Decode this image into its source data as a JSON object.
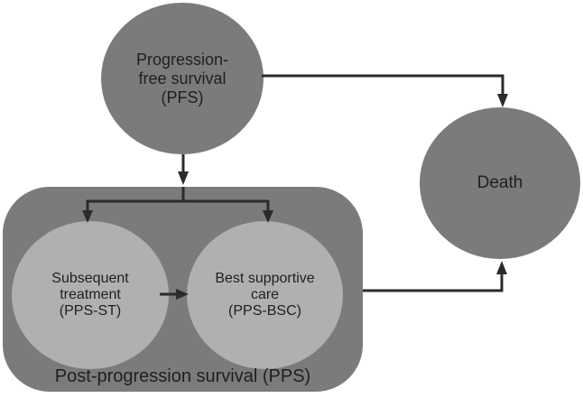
{
  "diagram": {
    "type": "state-transition-model",
    "nodes": {
      "pfs": {
        "lines": [
          "Progression-",
          "free survival",
          "(PFS)"
        ]
      },
      "death": {
        "label": "Death"
      },
      "pps_st": {
        "lines": [
          "Subsequent",
          "treatment",
          "(PPS-ST)"
        ]
      },
      "pps_bsc": {
        "lines": [
          "Best supportive",
          "care",
          "(PPS-BSC)"
        ]
      },
      "pps_box": {
        "label": "Post-progression survival (PPS)"
      }
    },
    "edges": [
      {
        "from": "PFS",
        "to": "Death"
      },
      {
        "from": "PFS",
        "to": "PPS (splits to PPS-ST and PPS-BSC)"
      },
      {
        "from": "PPS-ST",
        "to": "PPS-BSC"
      },
      {
        "from": "PPS",
        "to": "Death"
      }
    ],
    "colors": {
      "state_dark": "#7b7b7b",
      "state_light": "#b0b0b0",
      "arrow": "#2b2b2b",
      "text": "#1f1f1f",
      "background": "#ffffff"
    }
  }
}
